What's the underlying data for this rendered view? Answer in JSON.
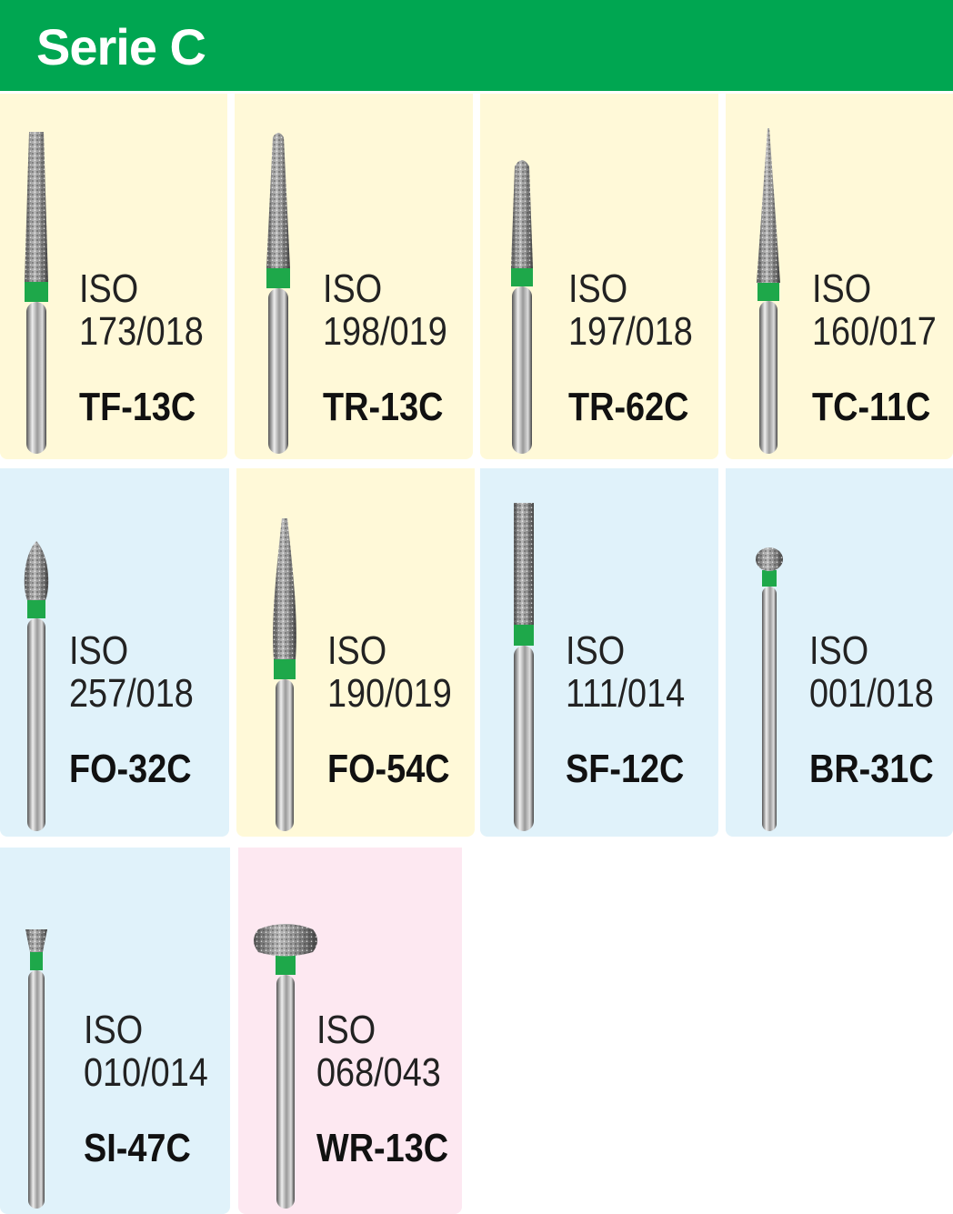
{
  "header": {
    "title": "Serie C"
  },
  "colors": {
    "brand_green": "#00a651",
    "band_green": "#1ea84a",
    "yellow": "#fff9d8",
    "blue": "#e0f2fa",
    "pink": "#fde8f1"
  },
  "burs": [
    {
      "iso_label": "ISO",
      "iso_number": "173/018",
      "code": "TF-13C",
      "shape": "tapered-flat"
    },
    {
      "iso_label": "ISO",
      "iso_number": "198/019",
      "code": "TR-13C",
      "shape": "tapered-round"
    },
    {
      "iso_label": "ISO",
      "iso_number": "197/018",
      "code": "TR-62C",
      "shape": "tapered-round-short"
    },
    {
      "iso_label": "ISO",
      "iso_number": "160/017",
      "code": "TC-11C",
      "shape": "needle"
    },
    {
      "iso_label": "ISO",
      "iso_number": "257/018",
      "code": "FO-32C",
      "shape": "egg"
    },
    {
      "iso_label": "ISO",
      "iso_number": "190/019",
      "code": "FO-54C",
      "shape": "flame"
    },
    {
      "iso_label": "ISO",
      "iso_number": "111/014",
      "code": "SF-12C",
      "shape": "cylinder"
    },
    {
      "iso_label": "ISO",
      "iso_number": "001/018",
      "code": "BR-31C",
      "shape": "ball"
    },
    {
      "iso_label": "ISO",
      "iso_number": "010/014",
      "code": "SI-47C",
      "shape": "inverted-cone"
    },
    {
      "iso_label": "ISO",
      "iso_number": "068/043",
      "code": "WR-13C",
      "shape": "wheel"
    }
  ]
}
